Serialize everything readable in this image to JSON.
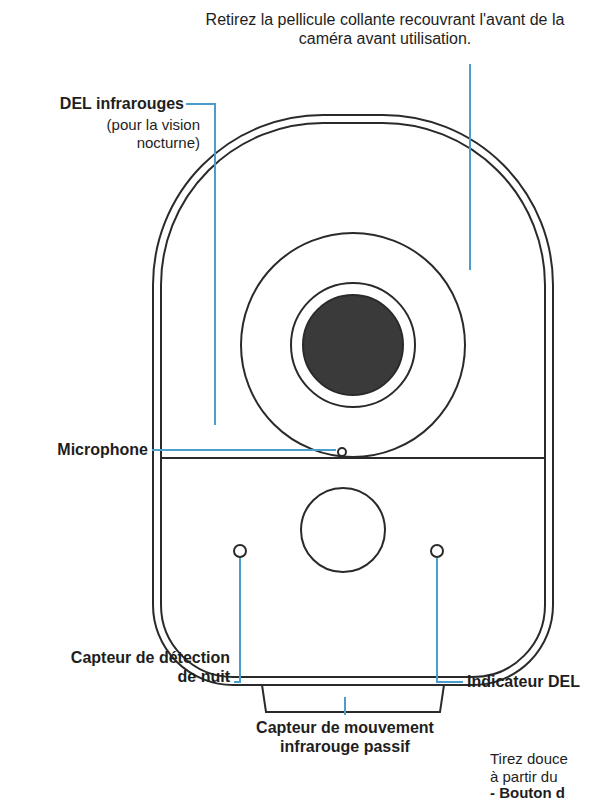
{
  "diagram": {
    "labels": [
      "Retirez la pellicule collante recouvrant l'avant de la caméra avant utilisation.",
      "DEL infrarouges",
      "(pour la vision nocturne)",
      "Microphone",
      "Capteur de détection de nuit",
      "Indicateur DEL",
      "Capteur de mouvement infrarouge passif",
      "Tirez douce",
      "à partir du",
      "- Bouton d"
    ]
  }
}
